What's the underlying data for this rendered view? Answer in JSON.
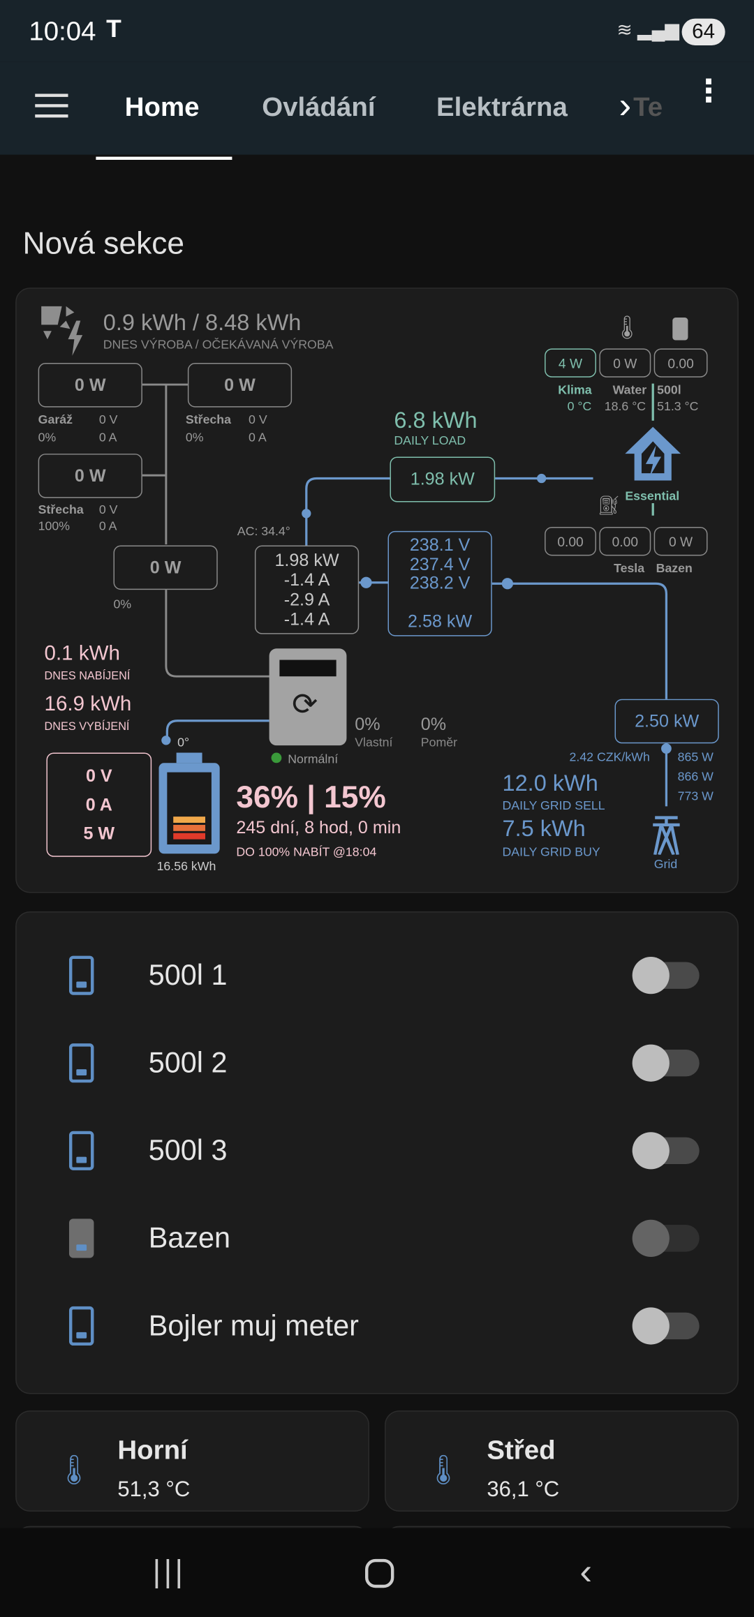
{
  "status": {
    "time": "10:04",
    "battery": "64"
  },
  "appbar": {
    "tabs": [
      "Home",
      "Ovládání",
      "Elektrárna",
      "Te"
    ]
  },
  "section_title": "Nová sekce",
  "energy": {
    "solar": {
      "value": "0.9 kWh / 8.48 kWh",
      "label": "DNES VÝROBA / OČEKÁVANÁ VÝROBA",
      "pv": [
        {
          "power": "0 W",
          "name": "Garáž",
          "pct": "0%",
          "volt": "0 V",
          "amp": "0 A"
        },
        {
          "power": "0 W",
          "name": "Střecha",
          "pct": "0%",
          "volt": "0 V",
          "amp": "0 A"
        },
        {
          "power": "0 W",
          "name": "Střecha",
          "pct": "100%",
          "volt": "0 V",
          "amp": "0 A"
        }
      ],
      "total": "0 W",
      "total_pct": "0%"
    },
    "inverter": {
      "ac_temp": "AC: 34.4°",
      "power": "1.98 kW",
      "l1": "-1.4 A",
      "l2": "-2.9 A",
      "l3": "-1.4 A",
      "status": "Normální",
      "self_pct": "0%",
      "self_label": "Vlastní",
      "ratio_pct": "0%",
      "ratio_label": "Poměr"
    },
    "load": {
      "daily": "6.8 kWh",
      "daily_label": "DAILY LOAD",
      "power": "1.98 kW",
      "essential": "Essential",
      "top": [
        {
          "value": "4 W",
          "name": "Klima",
          "temp": "0 °C"
        },
        {
          "value": "0 W",
          "name": "Water",
          "temp": "18.6 °C"
        },
        {
          "value": "0.00",
          "name": "500l",
          "temp": "51.3 °C"
        }
      ],
      "bottom": [
        {
          "value": "0.00"
        },
        {
          "value": "0.00",
          "name": "Tesla"
        },
        {
          "value": "0 W",
          "name": "Bazen"
        }
      ]
    },
    "grid": {
      "v1": "238.1 V",
      "v2": "237.4 V",
      "v3": "238.2 V",
      "power": "2.58 kW",
      "meter": "2.50 kW",
      "price": "2.42 CZK/kWh",
      "p1": "865 W",
      "p2": "866 W",
      "p3": "773 W",
      "sell": "12.0 kWh",
      "sell_label": "DAILY GRID SELL",
      "buy": "7.5 kWh",
      "buy_label": "DAILY GRID BUY",
      "label": "Grid"
    },
    "battery": {
      "charge": "0.1 kWh",
      "charge_label": "DNES NABÍJENÍ",
      "discharge": "16.9 kWh",
      "discharge_label": "DNES VYBÍJENÍ",
      "temp": "0°",
      "volt": "0 V",
      "amp": "0 A",
      "power": "5 W",
      "capacity": "16.56 kWh",
      "soc": "36% | 15%",
      "runtime": "245 dní, 8 hod, 0 min",
      "eta": "DO 100% NABÍT @18:04",
      "soc_pct": 36
    }
  },
  "switches": [
    {
      "label": "500l 1",
      "on": false
    },
    {
      "label": "500l 2",
      "on": false
    },
    {
      "label": "500l 3",
      "on": false
    },
    {
      "label": "Bazen",
      "on": false,
      "unavailable": true
    },
    {
      "label": "Bojler muj meter",
      "on": false
    }
  ],
  "sensors": [
    {
      "name": "Horní",
      "value": "51,3 °C"
    },
    {
      "name": "Střed",
      "value": "36,1 °C"
    }
  ],
  "colors": {
    "teal": "#7fbfad",
    "blue": "#6b98cc",
    "pink": "#f3c6d0"
  }
}
